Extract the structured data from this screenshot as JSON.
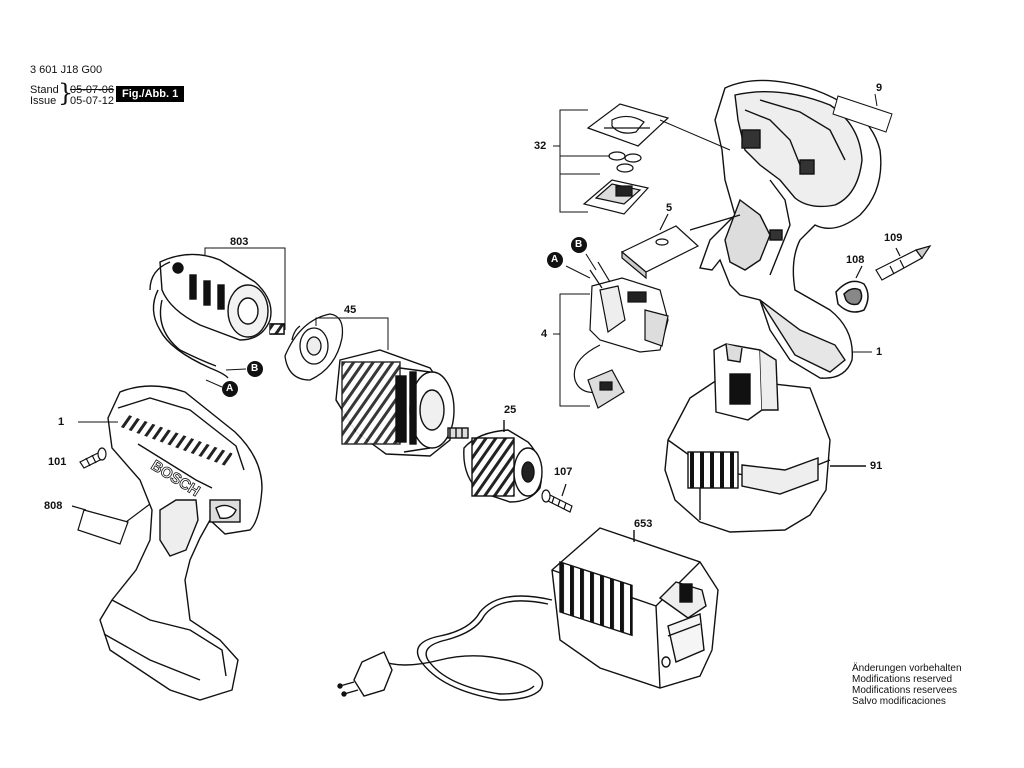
{
  "header": {
    "doc_code": "3 601 J18 G00",
    "stand_label": "Stand",
    "issue_label": "Issue",
    "stand_date": "05-07-06",
    "issue_date": "05-07-12",
    "fig_label": "Fig./Abb. 1"
  },
  "parts": {
    "p9": "9",
    "p32": "32",
    "p5": "5",
    "p109": "109",
    "p108": "108",
    "p1_right": "1",
    "p4": "4",
    "p91": "91",
    "p803": "803",
    "p45": "45",
    "p25": "25",
    "p107": "107",
    "p1_left": "1",
    "p101": "101",
    "p808": "808",
    "p653": "653",
    "conn_a": "A",
    "conn_b": "B"
  },
  "brand_text": "BOSCH",
  "modifications": [
    "Änderungen vorbehalten",
    "Modifications reserved",
    "Modifications reservees",
    "Salvo modificaciones"
  ]
}
